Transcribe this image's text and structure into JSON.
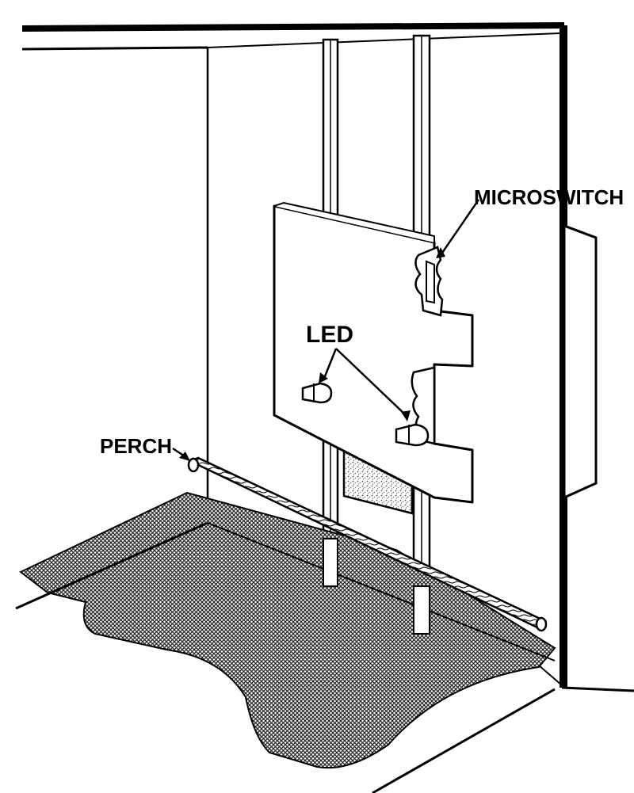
{
  "labels": {
    "microswitch": "MICROSWITCH",
    "led": "LED",
    "perch": "PERCH"
  },
  "colors": {
    "ink": "#000000",
    "paper": "#ffffff",
    "mesh": "#3a3a3a",
    "speckle": "#888888"
  }
}
